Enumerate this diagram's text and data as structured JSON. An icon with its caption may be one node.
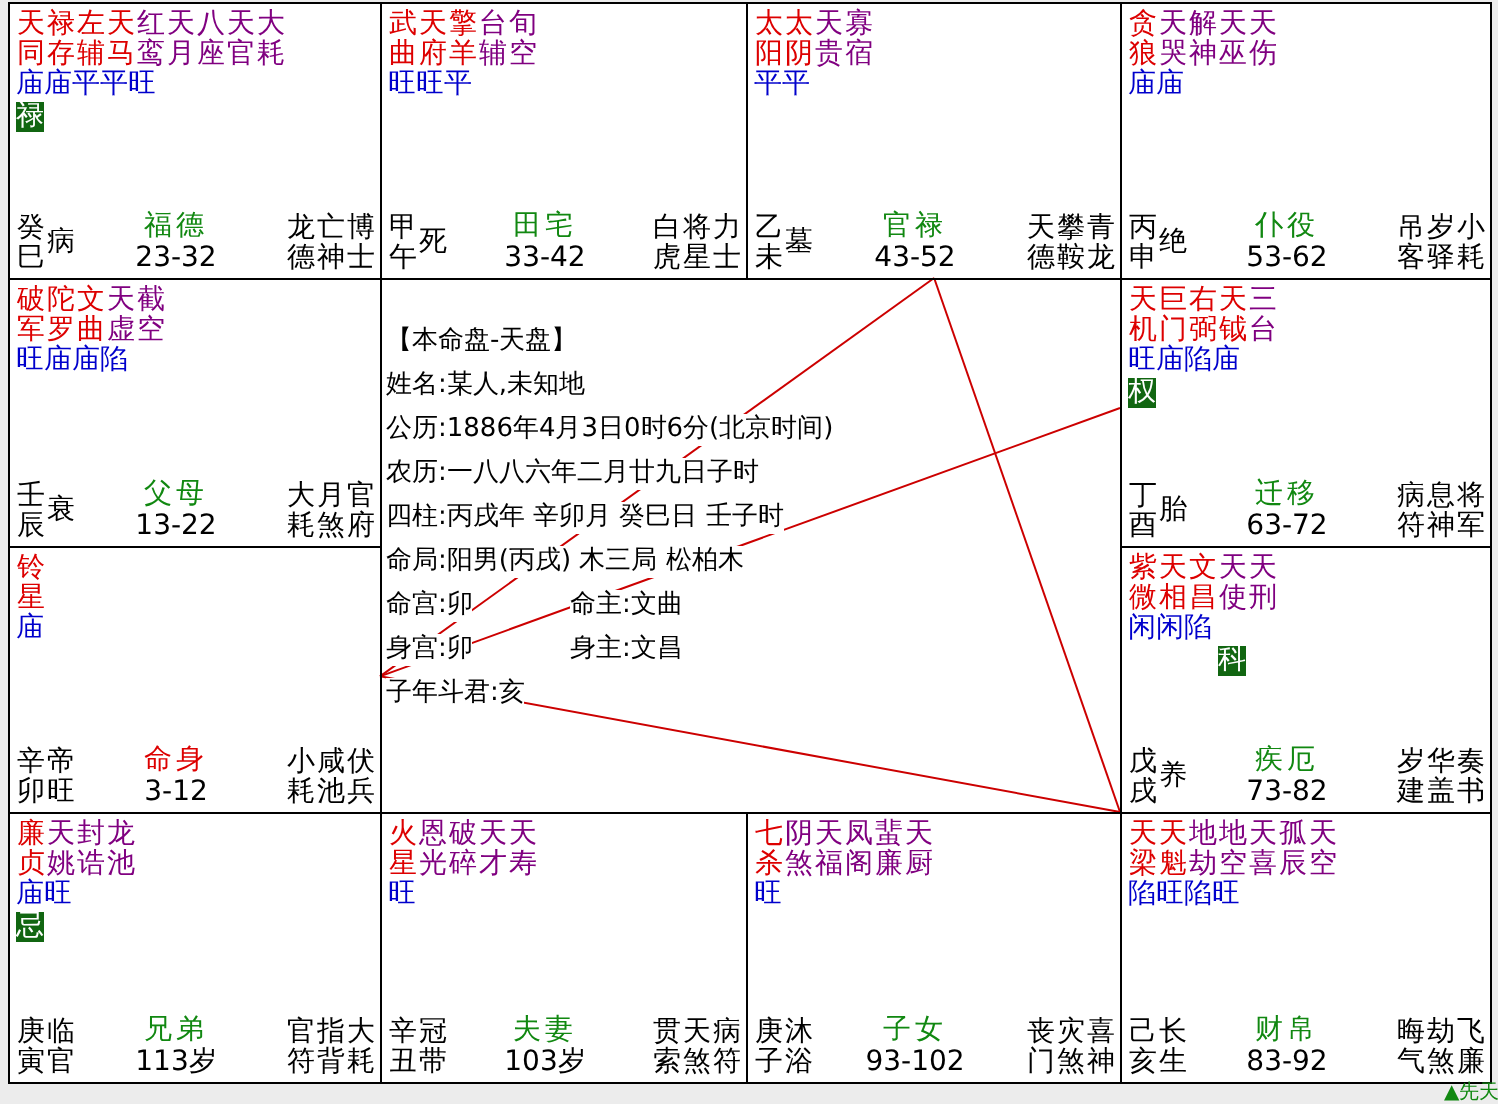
{
  "diagram": {
    "nodes": [
      {
        "text": [
          "天同",
          "禄存",
          "左辅",
          "天马",
          "红鸾",
          "天月",
          "八座",
          "天官",
          "大耗",
          "庙庙平平旺",
          "禄",
          "癸巳",
          "病",
          "福德",
          "23-32",
          "龙德",
          "亡神",
          "博士"
        ]
      },
      {
        "text": [
          "武曲",
          "天府",
          "擎羊",
          "台辅",
          "旬空",
          "旺旺平",
          "甲午",
          "死",
          "田宅",
          "33-42",
          "白虎",
          "将星",
          "力士"
        ]
      },
      {
        "text": [
          "太阳",
          "太阴",
          "天贵",
          "寡宿",
          "平平",
          "乙未",
          "墓",
          "官禄",
          "43-52",
          "天德",
          "攀鞍",
          "青龙"
        ]
      },
      {
        "text": [
          "贪狼",
          "天哭",
          "解神",
          "天巫",
          "天伤",
          "庙庙",
          "丙申",
          "绝",
          "仆役",
          "53-62",
          "吊客",
          "岁驿",
          "小耗"
        ]
      },
      {
        "text": [
          "破军",
          "陀罗",
          "文曲",
          "天虚",
          "截空",
          "旺庙庙陷",
          "壬辰",
          "衰",
          "父母",
          "13-22",
          "大耗",
          "月煞",
          "官府"
        ]
      },
      {
        "text": [
          "天机",
          "巨门",
          "右弼",
          "天钺",
          "三台",
          "旺庙陷庙",
          "权",
          "丁酉",
          "胎",
          "迁移",
          "63-72",
          "病符",
          "息神",
          "将军"
        ]
      },
      {
        "text": [
          "铃星",
          "庙",
          "辛卯",
          "帝旺",
          "命身",
          "3-12",
          "小耗",
          "咸池",
          "伏兵"
        ]
      },
      {
        "text": [
          "紫微",
          "天相",
          "文昌",
          "天使",
          "天刑",
          "闲闲陷",
          "科",
          "戊戌",
          "养",
          "疾厄",
          "73-82",
          "岁建",
          "华盖",
          "奏书"
        ]
      },
      {
        "text": [
          "廉贞",
          "天姚",
          "封诰",
          "龙池",
          "庙旺",
          "忌",
          "庚寅",
          "临官",
          "兄弟",
          "113岁",
          "官符",
          "指背",
          "大耗"
        ]
      },
      {
        "text": [
          "火星",
          "恩光",
          "破碎",
          "天才",
          "天寿",
          "旺",
          "辛丑",
          "冠带",
          "夫妻",
          "103岁",
          "贯索",
          "天煞",
          "病符"
        ]
      },
      {
        "text": [
          "七杀",
          "阴煞",
          "天福",
          "凤阁",
          "蜚廉",
          "天厨",
          "旺",
          "庚子",
          "沐浴",
          "子女",
          "93-102",
          "丧门",
          "灾煞",
          "喜神"
        ]
      },
      {
        "text": [
          "天梁",
          "天魁",
          "地劫",
          "地空",
          "天喜",
          "孤辰",
          "天空",
          "陷旺陷旺",
          "己亥",
          "长生",
          "财帛",
          "83-92",
          "晦气",
          "劫煞",
          "飞廉"
        ]
      }
    ],
    "edges": [
      {
        "from": 6,
        "to": 2,
        "arrow": "none",
        "color": "#cc0000"
      },
      {
        "from": 6,
        "to": 5,
        "arrow": "none",
        "color": "#cc0000"
      },
      {
        "from": 6,
        "to": 11,
        "arrow": "none",
        "color": "#cc0000"
      },
      {
        "from": 2,
        "to": 11,
        "arrow": "none",
        "color": "#cc0000"
      }
    ],
    "labels": [
      "【本命盘-天盘】",
      "姓名:某人,未知地",
      "公历:1886年4月3日0时6分(北京时间)",
      "农历:一八八六年二月廿九日子时",
      "四柱:丙戌年 辛卯月 癸巳日 壬子时",
      "命局:阳男(丙戌)  木三局 松柏木",
      "命宫:卯",
      "命主:文曲",
      "身宫:卯",
      "身主:文昌",
      "子年斗君:亥",
      "▲先天"
    ]
  }
}
